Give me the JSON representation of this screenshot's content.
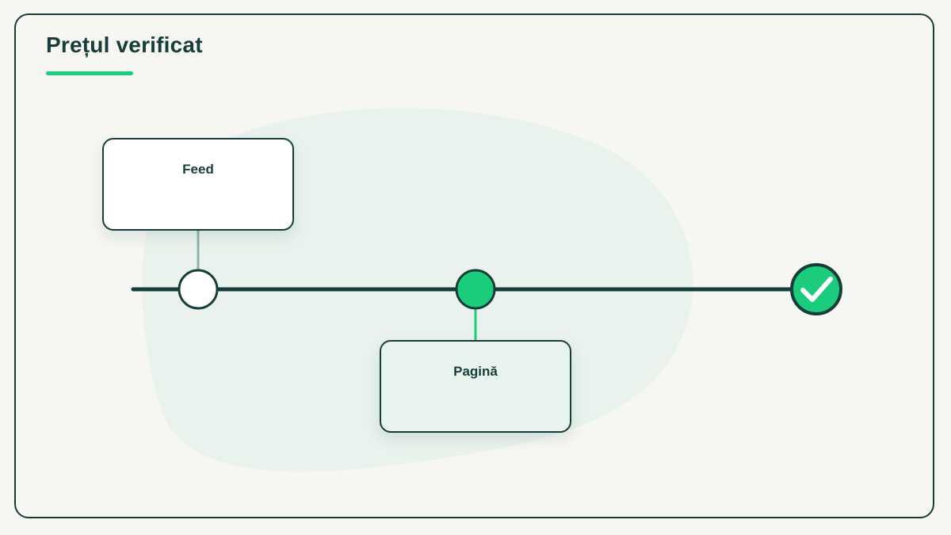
{
  "title": "Prețul verificat",
  "steps": [
    {
      "label": "Feed",
      "state": "empty"
    },
    {
      "label": "Pagină",
      "state": "active"
    },
    {
      "label": "",
      "state": "verified",
      "icon": "check-icon"
    }
  ],
  "colors": {
    "accent": "#1ccc7d",
    "dark": "#173d3a",
    "blob": "#e9f2ec",
    "connector_feed": "#8fb3a5",
    "connector_pagina": "#1ccc7d"
  }
}
